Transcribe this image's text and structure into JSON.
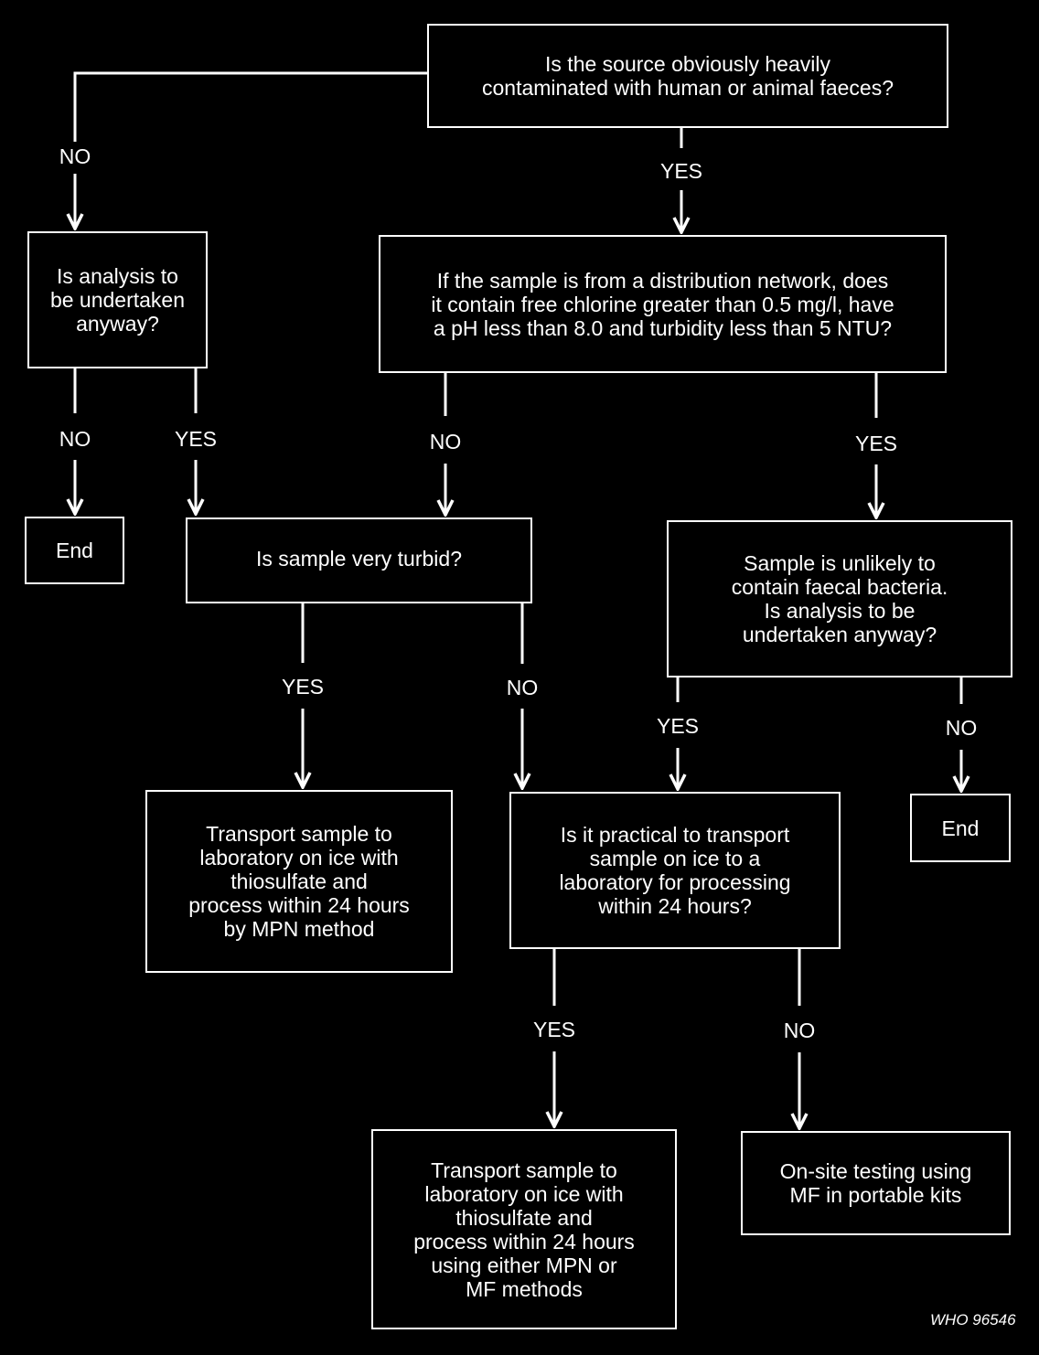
{
  "boxes": {
    "q_source": "Is the source obviously heavily\ncontaminated with human or animal faeces?",
    "q_anyway_left": "Is analysis to\nbe undertaken\nanyway?",
    "q_distribution": "If the sample is from a distribution network, does\nit contain free chlorine greater than 0.5 mg/l, have\na pH less than 8.0 and turbidity less than 5 NTU?",
    "end_left": "End",
    "q_turbid": "Is sample very turbid?",
    "q_unlikely": "Sample is unlikely to\ncontain faecal bacteria.\nIs analysis to be\nundertaken anyway?",
    "transport_mpn": "Transport sample to\nlaboratory on ice with\nthiosulfate and\nprocess within 24 hours\nby MPN method",
    "q_practical": "Is it practical to transport\nsample on ice to a\nlaboratory for processing\nwithin 24 hours?",
    "end_right": "End",
    "transport_mpn_mf": "Transport sample to\nlaboratory on ice with\nthiosulfate and\nprocess within 24 hours\nusing either MPN or\nMF methods",
    "onsite": "On-site testing using\nMF in portable kits"
  },
  "labels": {
    "source_no": "NO",
    "source_yes": "YES",
    "anyway_left_no": "NO",
    "anyway_left_yes": "YES",
    "distribution_no": "NO",
    "distribution_yes": "YES",
    "turbid_yes": "YES",
    "turbid_no": "NO",
    "unlikely_yes": "YES",
    "unlikely_no": "NO",
    "practical_yes": "YES",
    "practical_no": "NO"
  },
  "figure_code": "WHO 96546"
}
